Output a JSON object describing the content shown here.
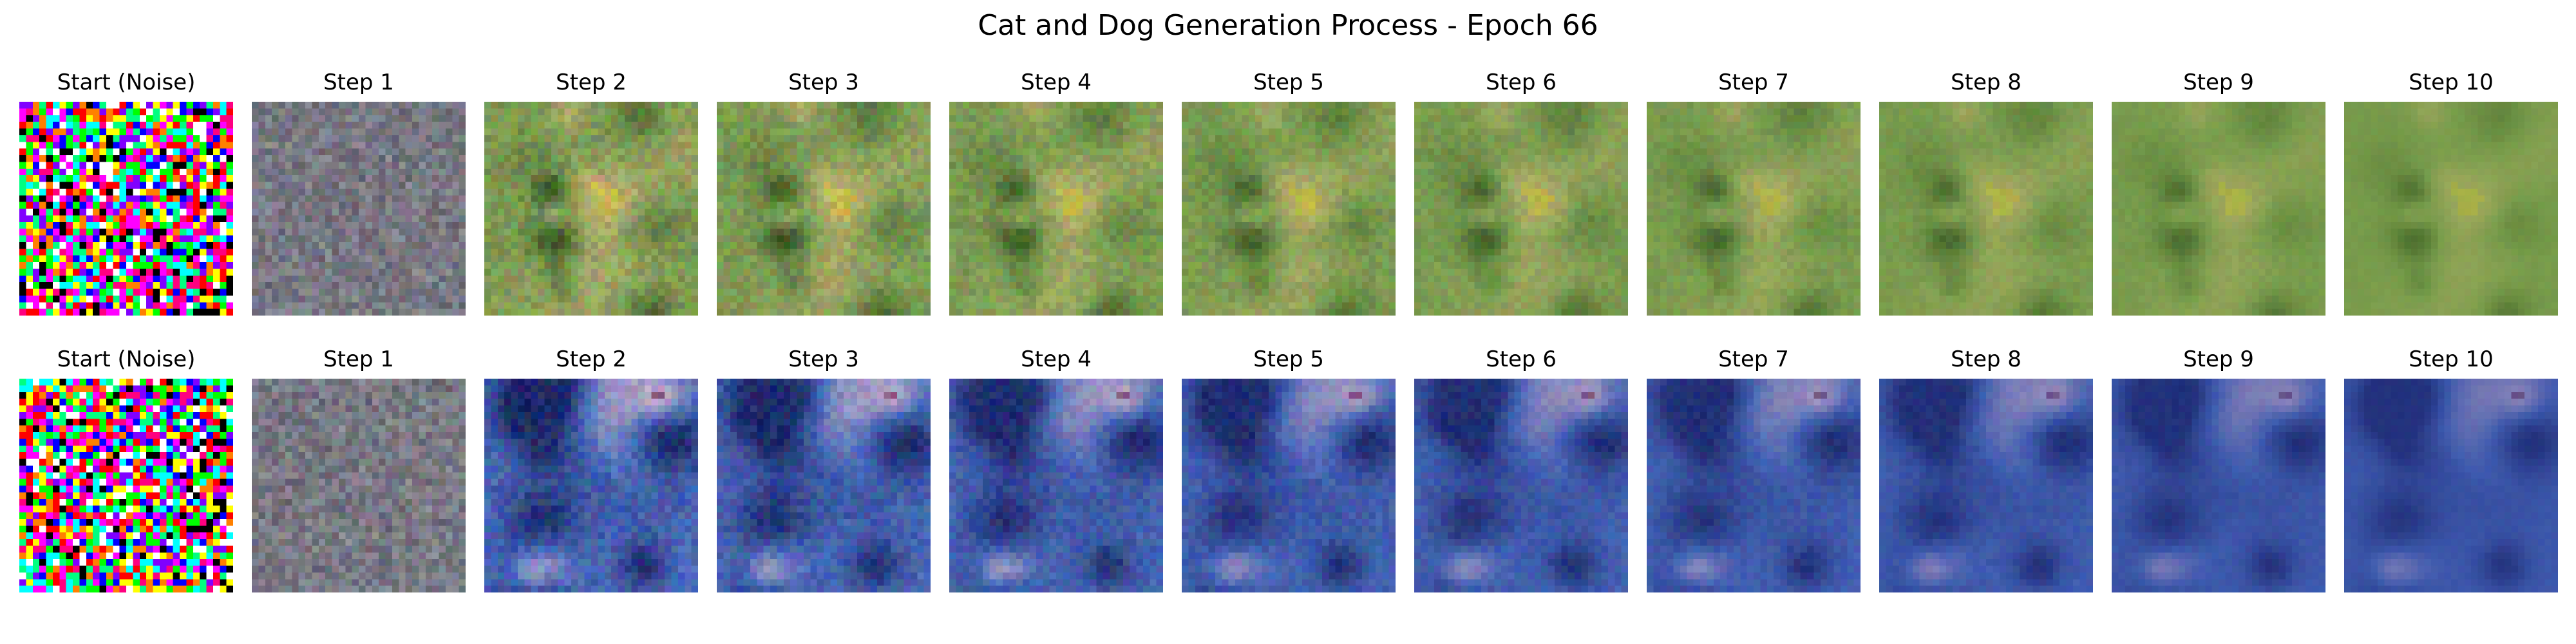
{
  "figure": {
    "title": "Cat and Dog Generation Process - Epoch 66"
  },
  "rows": [
    {
      "palette": {
        "base_dark": "#3f5a2a",
        "base_mid": "#7e9a55",
        "base_light": "#b5ad6e",
        "accent": "#d8c43a",
        "final_tint": "#6e9c3c"
      },
      "panels": [
        {
          "label": "Start (Noise)",
          "kind": "noise"
        },
        {
          "label": "Step 1",
          "kind": "gray",
          "progress": 0.1
        },
        {
          "label": "Step 2",
          "kind": "image",
          "progress": 0.2
        },
        {
          "label": "Step 3",
          "kind": "image",
          "progress": 0.3
        },
        {
          "label": "Step 4",
          "kind": "image",
          "progress": 0.4
        },
        {
          "label": "Step 5",
          "kind": "image",
          "progress": 0.5
        },
        {
          "label": "Step 6",
          "kind": "image",
          "progress": 0.6
        },
        {
          "label": "Step 7",
          "kind": "image",
          "progress": 0.7
        },
        {
          "label": "Step 8",
          "kind": "image",
          "progress": 0.8
        },
        {
          "label": "Step 9",
          "kind": "image",
          "progress": 0.9
        },
        {
          "label": "Step 10",
          "kind": "image",
          "progress": 1.0
        }
      ]
    },
    {
      "palette": {
        "base_dark": "#1e2a6a",
        "base_mid": "#4a6ab8",
        "base_light": "#b8a8c8",
        "accent": "#6a2a4a",
        "final_tint": "#2a3e9a"
      },
      "panels": [
        {
          "label": "Start (Noise)",
          "kind": "noise"
        },
        {
          "label": "Step 1",
          "kind": "gray",
          "progress": 0.1
        },
        {
          "label": "Step 2",
          "kind": "image",
          "progress": 0.2
        },
        {
          "label": "Step 3",
          "kind": "image",
          "progress": 0.3
        },
        {
          "label": "Step 4",
          "kind": "image",
          "progress": 0.4
        },
        {
          "label": "Step 5",
          "kind": "image",
          "progress": 0.5
        },
        {
          "label": "Step 6",
          "kind": "image",
          "progress": 0.6
        },
        {
          "label": "Step 7",
          "kind": "image",
          "progress": 0.7
        },
        {
          "label": "Step 8",
          "kind": "image",
          "progress": 0.8
        },
        {
          "label": "Step 9",
          "kind": "image",
          "progress": 0.9
        },
        {
          "label": "Step 10",
          "kind": "image",
          "progress": 1.0
        }
      ]
    }
  ]
}
